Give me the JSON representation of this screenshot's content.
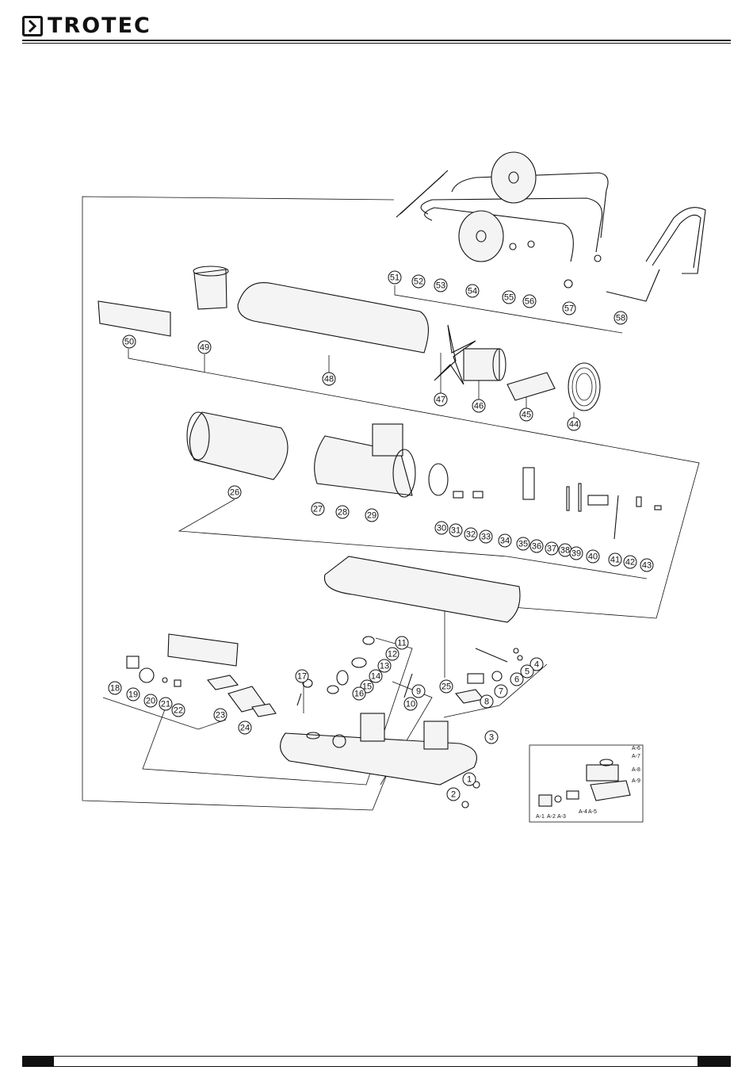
{
  "header": {
    "brand": "TROTEC"
  },
  "diagram": {
    "callouts": [
      {
        "id": "1",
        "label": "1"
      },
      {
        "id": "2",
        "label": "2"
      },
      {
        "id": "3",
        "label": "3"
      },
      {
        "id": "4",
        "label": "4"
      },
      {
        "id": "5",
        "label": "5"
      },
      {
        "id": "6",
        "label": "6"
      },
      {
        "id": "7",
        "label": "7"
      },
      {
        "id": "8",
        "label": "8"
      },
      {
        "id": "9",
        "label": "9"
      },
      {
        "id": "10",
        "label": "10"
      },
      {
        "id": "11",
        "label": "11"
      },
      {
        "id": "12",
        "label": "12"
      },
      {
        "id": "13",
        "label": "13"
      },
      {
        "id": "14",
        "label": "14"
      },
      {
        "id": "15",
        "label": "15"
      },
      {
        "id": "16",
        "label": "16"
      },
      {
        "id": "17",
        "label": "17"
      },
      {
        "id": "18",
        "label": "18"
      },
      {
        "id": "19",
        "label": "19"
      },
      {
        "id": "20",
        "label": "20"
      },
      {
        "id": "21",
        "label": "21"
      },
      {
        "id": "22",
        "label": "22"
      },
      {
        "id": "23",
        "label": "23"
      },
      {
        "id": "24",
        "label": "24"
      },
      {
        "id": "25",
        "label": "25"
      },
      {
        "id": "26",
        "label": "26"
      },
      {
        "id": "27",
        "label": "27"
      },
      {
        "id": "28",
        "label": "28"
      },
      {
        "id": "29",
        "label": "29"
      },
      {
        "id": "30",
        "label": "30"
      },
      {
        "id": "31",
        "label": "31"
      },
      {
        "id": "32",
        "label": "32"
      },
      {
        "id": "33",
        "label": "33"
      },
      {
        "id": "34",
        "label": "34"
      },
      {
        "id": "35",
        "label": "35"
      },
      {
        "id": "36",
        "label": "36"
      },
      {
        "id": "37",
        "label": "37"
      },
      {
        "id": "38",
        "label": "38"
      },
      {
        "id": "39",
        "label": "39"
      },
      {
        "id": "40",
        "label": "40"
      },
      {
        "id": "41",
        "label": "41"
      },
      {
        "id": "42",
        "label": "42"
      },
      {
        "id": "43",
        "label": "43"
      },
      {
        "id": "44",
        "label": "44"
      },
      {
        "id": "45",
        "label": "45"
      },
      {
        "id": "46",
        "label": "46"
      },
      {
        "id": "47",
        "label": "47"
      },
      {
        "id": "48",
        "label": "48"
      },
      {
        "id": "49",
        "label": "49"
      },
      {
        "id": "50",
        "label": "50"
      },
      {
        "id": "51",
        "label": "51"
      },
      {
        "id": "52",
        "label": "52"
      },
      {
        "id": "53",
        "label": "53"
      },
      {
        "id": "54",
        "label": "54"
      },
      {
        "id": "55",
        "label": "55"
      },
      {
        "id": "56",
        "label": "56"
      },
      {
        "id": "57",
        "label": "57"
      },
      {
        "id": "58",
        "label": "58"
      }
    ],
    "inset_labels": {
      "a6": "A-6",
      "a7": "A-7",
      "a8": "A-8",
      "a9": "A-9",
      "a1": "A-1",
      "a2": "A-2",
      "a3": "A-3",
      "a4": "A-4",
      "a5": "A-5"
    }
  }
}
